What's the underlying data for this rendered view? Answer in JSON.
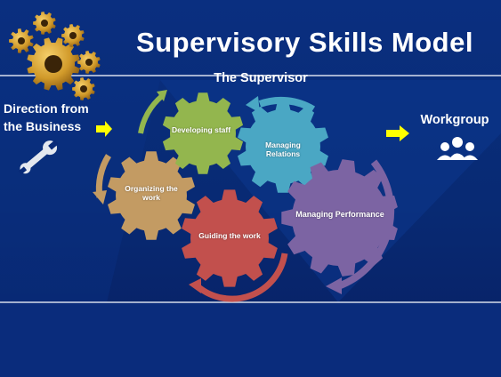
{
  "slide": {
    "title": "Supervisory Skills Model",
    "supervisor_label": "The Supervisor",
    "direction_label": "Direction from the Business",
    "workgroup_label": "Workgroup"
  },
  "gears": {
    "developing_staff": "Developing staff",
    "managing_relations": "Managing Relations",
    "organizing_work": "Organizing the work",
    "managing_performance": "Managing Performance",
    "guiding_work": "Guiding the work"
  },
  "colors": {
    "background": "#082a78",
    "banner_line": "#d7deee",
    "gear_green": "#93b64e",
    "gear_teal": "#4aa7c4",
    "gear_tan": "#c39b63",
    "gear_purple": "#7c64a3",
    "gear_red": "#c2504d",
    "arrow_yellow": "#ffff00",
    "logo_gold": "#d19a2a"
  },
  "icons": [
    "gears-logo-icon",
    "wrench-icon",
    "people-group-icon",
    "right-arrow-icon"
  ]
}
